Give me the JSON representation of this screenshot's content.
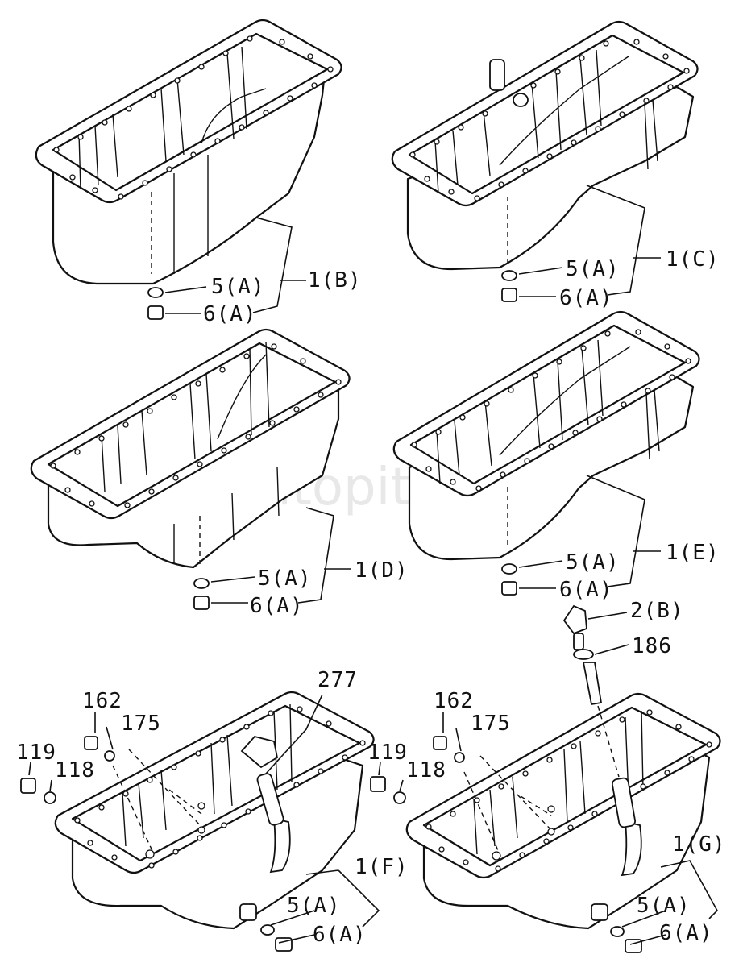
{
  "watermark": "autopiter.ru",
  "labels": {
    "b_1": "1(B)",
    "b_5": "5(A)",
    "b_6": "6(A)",
    "c_1": "1(C)",
    "c_5": "5(A)",
    "c_6": "6(A)",
    "d_1": "1(D)",
    "d_5": "5(A)",
    "d_6": "6(A)",
    "e_1": "1(E)",
    "e_5": "5(A)",
    "e_6": "6(A)",
    "g_2": "2(B)",
    "g_186": "186",
    "f_277": "277",
    "f_162": "162",
    "f_175": "175",
    "f_119": "119",
    "f_118": "118",
    "f_1": "1(F)",
    "f_5": "5(A)",
    "f_6": "6(A)",
    "g_162": "162",
    "g_175": "175",
    "g_119": "119",
    "g_118": "118",
    "g_1": "1(G)",
    "g_5": "5(A)",
    "g_6": "6(A)"
  }
}
